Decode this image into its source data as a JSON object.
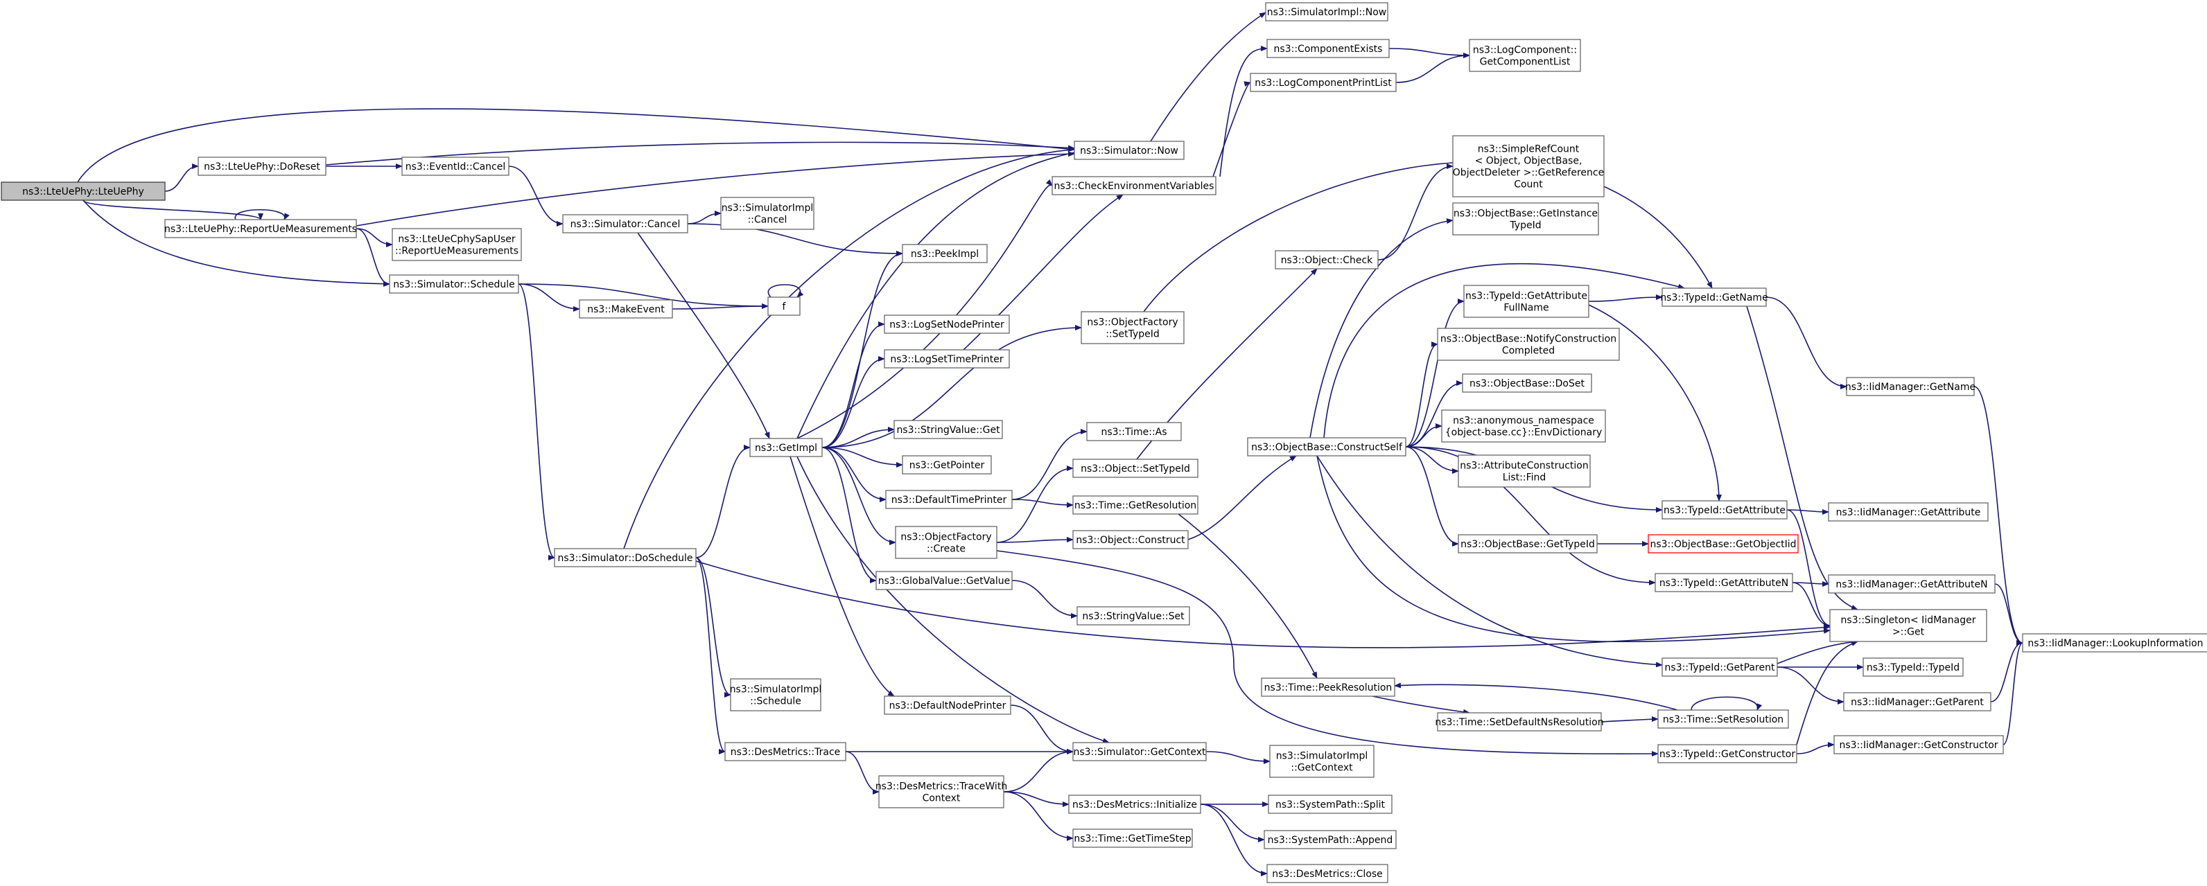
{
  "diagram": {
    "type": "call-graph",
    "edge_color": "#191970",
    "root_fill": "#bfbfbf",
    "nodes": [
      {
        "id": "n0",
        "lines": [
          "ns3::LteUePhy::LteUePhy"
        ],
        "style": "root"
      },
      {
        "id": "n1",
        "lines": [
          "ns3::LteUePhy::DoReset"
        ]
      },
      {
        "id": "n2",
        "lines": [
          "ns3::LteUePhy::ReportUeMeasurements"
        ]
      },
      {
        "id": "n3",
        "lines": [
          "ns3::Simulator::Schedule"
        ]
      },
      {
        "id": "n4",
        "lines": [
          "ns3::Simulator::Now"
        ]
      },
      {
        "id": "n5",
        "lines": [
          "ns3::EventId::Cancel"
        ]
      },
      {
        "id": "n6",
        "lines": [
          "ns3::Simulator::Cancel"
        ]
      },
      {
        "id": "n7",
        "lines": [
          "ns3::SimulatorImpl",
          "::Cancel"
        ]
      },
      {
        "id": "n8",
        "lines": [
          "ns3::LteUeCphySapUser",
          "::ReportUeMeasurements"
        ]
      },
      {
        "id": "n9",
        "lines": [
          "ns3::MakeEvent"
        ]
      },
      {
        "id": "n10",
        "lines": [
          "f"
        ]
      },
      {
        "id": "n11",
        "lines": [
          "ns3::Simulator::DoSchedule"
        ]
      },
      {
        "id": "n12",
        "lines": [
          "ns3::GetImpl"
        ]
      },
      {
        "id": "n13",
        "lines": [
          "ns3::PeekImpl"
        ]
      },
      {
        "id": "n14",
        "lines": [
          "ns3::LogSetNodePrinter"
        ]
      },
      {
        "id": "n15",
        "lines": [
          "ns3::LogSetTimePrinter"
        ]
      },
      {
        "id": "n16",
        "lines": [
          "ns3::StringValue::Get"
        ]
      },
      {
        "id": "n17",
        "lines": [
          "ns3::GetPointer"
        ]
      },
      {
        "id": "n18",
        "lines": [
          "ns3::DefaultTimePrinter"
        ]
      },
      {
        "id": "n19",
        "lines": [
          "ns3::ObjectFactory",
          "::Create"
        ]
      },
      {
        "id": "n20",
        "lines": [
          "ns3::GlobalValue::GetValue"
        ]
      },
      {
        "id": "n21",
        "lines": [
          "ns3::DefaultNodePrinter"
        ]
      },
      {
        "id": "n22",
        "lines": [
          "ns3::SimulatorImpl",
          "::Schedule"
        ]
      },
      {
        "id": "n23",
        "lines": [
          "ns3::DesMetrics::Trace"
        ]
      },
      {
        "id": "n24",
        "lines": [
          "ns3::DesMetrics::TraceWith",
          "Context"
        ]
      },
      {
        "id": "n25",
        "lines": [
          "ns3::Simulator::GetContext"
        ]
      },
      {
        "id": "n26",
        "lines": [
          "ns3::DesMetrics::Initialize"
        ]
      },
      {
        "id": "n27",
        "lines": [
          "ns3::Time::GetTimeStep"
        ]
      },
      {
        "id": "n28",
        "lines": [
          "ns3::CheckEnvironmentVariables"
        ]
      },
      {
        "id": "n29",
        "lines": [
          "ns3::ObjectFactory",
          "::SetTypeId"
        ]
      },
      {
        "id": "n30",
        "lines": [
          "ns3::Time::As"
        ]
      },
      {
        "id": "n31",
        "lines": [
          "ns3::Object::SetTypeId"
        ]
      },
      {
        "id": "n32",
        "lines": [
          "ns3::Time::GetResolution"
        ]
      },
      {
        "id": "n33",
        "lines": [
          "ns3::Object::Construct"
        ]
      },
      {
        "id": "n34",
        "lines": [
          "ns3::StringValue::Set"
        ]
      },
      {
        "id": "n35",
        "lines": [
          "ns3::SimulatorImpl::Now"
        ]
      },
      {
        "id": "n36",
        "lines": [
          "ns3::ComponentExists"
        ]
      },
      {
        "id": "n37",
        "lines": [
          "ns3::LogComponentPrintList"
        ]
      },
      {
        "id": "n38",
        "lines": [
          "ns3::LogComponent::",
          "GetComponentList"
        ]
      },
      {
        "id": "n39",
        "lines": [
          "ns3::Object::Check"
        ]
      },
      {
        "id": "n40",
        "lines": [
          "ns3::ObjectBase::ConstructSelf"
        ]
      },
      {
        "id": "n41",
        "lines": [
          "ns3::Time::PeekResolution"
        ]
      },
      {
        "id": "n42",
        "lines": [
          "ns3::Time::SetDefaultNsResolution"
        ]
      },
      {
        "id": "n43",
        "lines": [
          "ns3::SimulatorImpl",
          "::GetContext"
        ]
      },
      {
        "id": "n44",
        "lines": [
          "ns3::SystemPath::Split"
        ]
      },
      {
        "id": "n45",
        "lines": [
          "ns3::SystemPath::Append"
        ]
      },
      {
        "id": "n46",
        "lines": [
          "ns3::DesMetrics::Close"
        ]
      },
      {
        "id": "n47",
        "lines": [
          "ns3::SimpleRefCount",
          "< Object, ObjectBase,",
          "ObjectDeleter >::GetReference",
          "Count"
        ]
      },
      {
        "id": "n48",
        "lines": [
          "ns3::ObjectBase::GetInstance",
          "TypeId"
        ]
      },
      {
        "id": "n49",
        "lines": [
          "ns3::TypeId::GetAttribute",
          "FullName"
        ]
      },
      {
        "id": "n50",
        "lines": [
          "ns3::ObjectBase::NotifyConstruction",
          "Completed"
        ]
      },
      {
        "id": "n51",
        "lines": [
          "ns3::ObjectBase::DoSet"
        ]
      },
      {
        "id": "n52",
        "lines": [
          "ns3::anonymous_namespace",
          "{object-base.cc}::EnvDictionary"
        ]
      },
      {
        "id": "n53",
        "lines": [
          "ns3::AttributeConstruction",
          "List::Find"
        ]
      },
      {
        "id": "n54",
        "lines": [
          "ns3::ObjectBase::GetTypeId"
        ]
      },
      {
        "id": "n55",
        "lines": [
          "ns3::ObjectBase::GetObjectIid"
        ],
        "style": "red"
      },
      {
        "id": "n56",
        "lines": [
          "ns3::TypeId::GetName"
        ]
      },
      {
        "id": "n57",
        "lines": [
          "ns3::TypeId::GetAttribute"
        ]
      },
      {
        "id": "n58",
        "lines": [
          "ns3::TypeId::GetAttributeN"
        ]
      },
      {
        "id": "n59",
        "lines": [
          "ns3::TypeId::GetParent"
        ]
      },
      {
        "id": "n60",
        "lines": [
          "ns3::Time::SetResolution"
        ]
      },
      {
        "id": "n61",
        "lines": [
          "ns3::TypeId::GetConstructor"
        ]
      },
      {
        "id": "n62",
        "lines": [
          "ns3::IidManager::GetName"
        ]
      },
      {
        "id": "n63",
        "lines": [
          "ns3::IidManager::GetAttribute"
        ]
      },
      {
        "id": "n64",
        "lines": [
          "ns3::IidManager::GetAttributeN"
        ]
      },
      {
        "id": "n65",
        "lines": [
          "ns3::Singleton< IidManager",
          " >::Get"
        ]
      },
      {
        "id": "n66",
        "lines": [
          "ns3::TypeId::TypeId"
        ]
      },
      {
        "id": "n67",
        "lines": [
          "ns3::IidManager::GetParent"
        ]
      },
      {
        "id": "n68",
        "lines": [
          "ns3::IidManager::GetConstructor"
        ]
      },
      {
        "id": "n69",
        "lines": [
          "ns3::IidManager::LookupInformation"
        ]
      }
    ],
    "edges": [
      [
        "n0",
        "n1"
      ],
      [
        "n0",
        "n2"
      ],
      [
        "n0",
        "n3"
      ],
      [
        "n0",
        "n4"
      ],
      [
        "n1",
        "n4"
      ],
      [
        "n1",
        "n5"
      ],
      [
        "n2",
        "n2"
      ],
      [
        "n2",
        "n8"
      ],
      [
        "n2",
        "n3"
      ],
      [
        "n2",
        "n4"
      ],
      [
        "n3",
        "n9"
      ],
      [
        "n3",
        "n10"
      ],
      [
        "n3",
        "n11"
      ],
      [
        "n5",
        "n6"
      ],
      [
        "n6",
        "n7"
      ],
      [
        "n6",
        "n12"
      ],
      [
        "n6",
        "n13"
      ],
      [
        "n9",
        "n10"
      ],
      [
        "n10",
        "n10"
      ],
      [
        "n11",
        "n4"
      ],
      [
        "n11",
        "n12"
      ],
      [
        "n11",
        "n22"
      ],
      [
        "n11",
        "n23"
      ],
      [
        "n11",
        "n65"
      ],
      [
        "n12",
        "n4"
      ],
      [
        "n12",
        "n13"
      ],
      [
        "n12",
        "n14"
      ],
      [
        "n12",
        "n15"
      ],
      [
        "n12",
        "n16"
      ],
      [
        "n12",
        "n17"
      ],
      [
        "n12",
        "n18"
      ],
      [
        "n12",
        "n19"
      ],
      [
        "n12",
        "n20"
      ],
      [
        "n12",
        "n21"
      ],
      [
        "n12",
        "n25"
      ],
      [
        "n12",
        "n29"
      ],
      [
        "n12",
        "n28"
      ],
      [
        "n15",
        "n28"
      ],
      [
        "n4",
        "n35"
      ],
      [
        "n28",
        "n36"
      ],
      [
        "n28",
        "n37"
      ],
      [
        "n36",
        "n38"
      ],
      [
        "n37",
        "n38"
      ],
      [
        "n29",
        "n56"
      ],
      [
        "n18",
        "n30"
      ],
      [
        "n18",
        "n32"
      ],
      [
        "n19",
        "n31"
      ],
      [
        "n19",
        "n33"
      ],
      [
        "n19",
        "n61"
      ],
      [
        "n20",
        "n34"
      ],
      [
        "n21",
        "n25"
      ],
      [
        "n23",
        "n25"
      ],
      [
        "n23",
        "n24"
      ],
      [
        "n24",
        "n25"
      ],
      [
        "n24",
        "n26"
      ],
      [
        "n24",
        "n27"
      ],
      [
        "n25",
        "n43"
      ],
      [
        "n26",
        "n44"
      ],
      [
        "n26",
        "n45"
      ],
      [
        "n26",
        "n46"
      ],
      [
        "n31",
        "n39"
      ],
      [
        "n32",
        "n41"
      ],
      [
        "n33",
        "n40"
      ],
      [
        "n39",
        "n47"
      ],
      [
        "n40",
        "n48"
      ],
      [
        "n40",
        "n49"
      ],
      [
        "n40",
        "n50"
      ],
      [
        "n40",
        "n51"
      ],
      [
        "n40",
        "n52"
      ],
      [
        "n40",
        "n53"
      ],
      [
        "n40",
        "n54"
      ],
      [
        "n40",
        "n56"
      ],
      [
        "n40",
        "n57"
      ],
      [
        "n40",
        "n58"
      ],
      [
        "n40",
        "n59"
      ],
      [
        "n40",
        "n65"
      ],
      [
        "n54",
        "n55"
      ],
      [
        "n49",
        "n56"
      ],
      [
        "n49",
        "n57"
      ],
      [
        "n56",
        "n62"
      ],
      [
        "n56",
        "n65"
      ],
      [
        "n57",
        "n63"
      ],
      [
        "n57",
        "n65"
      ],
      [
        "n58",
        "n64"
      ],
      [
        "n58",
        "n65"
      ],
      [
        "n59",
        "n66"
      ],
      [
        "n59",
        "n67"
      ],
      [
        "n59",
        "n65"
      ],
      [
        "n60",
        "n60"
      ],
      [
        "n60",
        "n41"
      ],
      [
        "n42",
        "n60"
      ],
      [
        "n41",
        "n42"
      ],
      [
        "n61",
        "n68"
      ],
      [
        "n61",
        "n65"
      ],
      [
        "n62",
        "n69"
      ],
      [
        "n64",
        "n69"
      ],
      [
        "n67",
        "n69"
      ],
      [
        "n68",
        "n69"
      ]
    ]
  }
}
